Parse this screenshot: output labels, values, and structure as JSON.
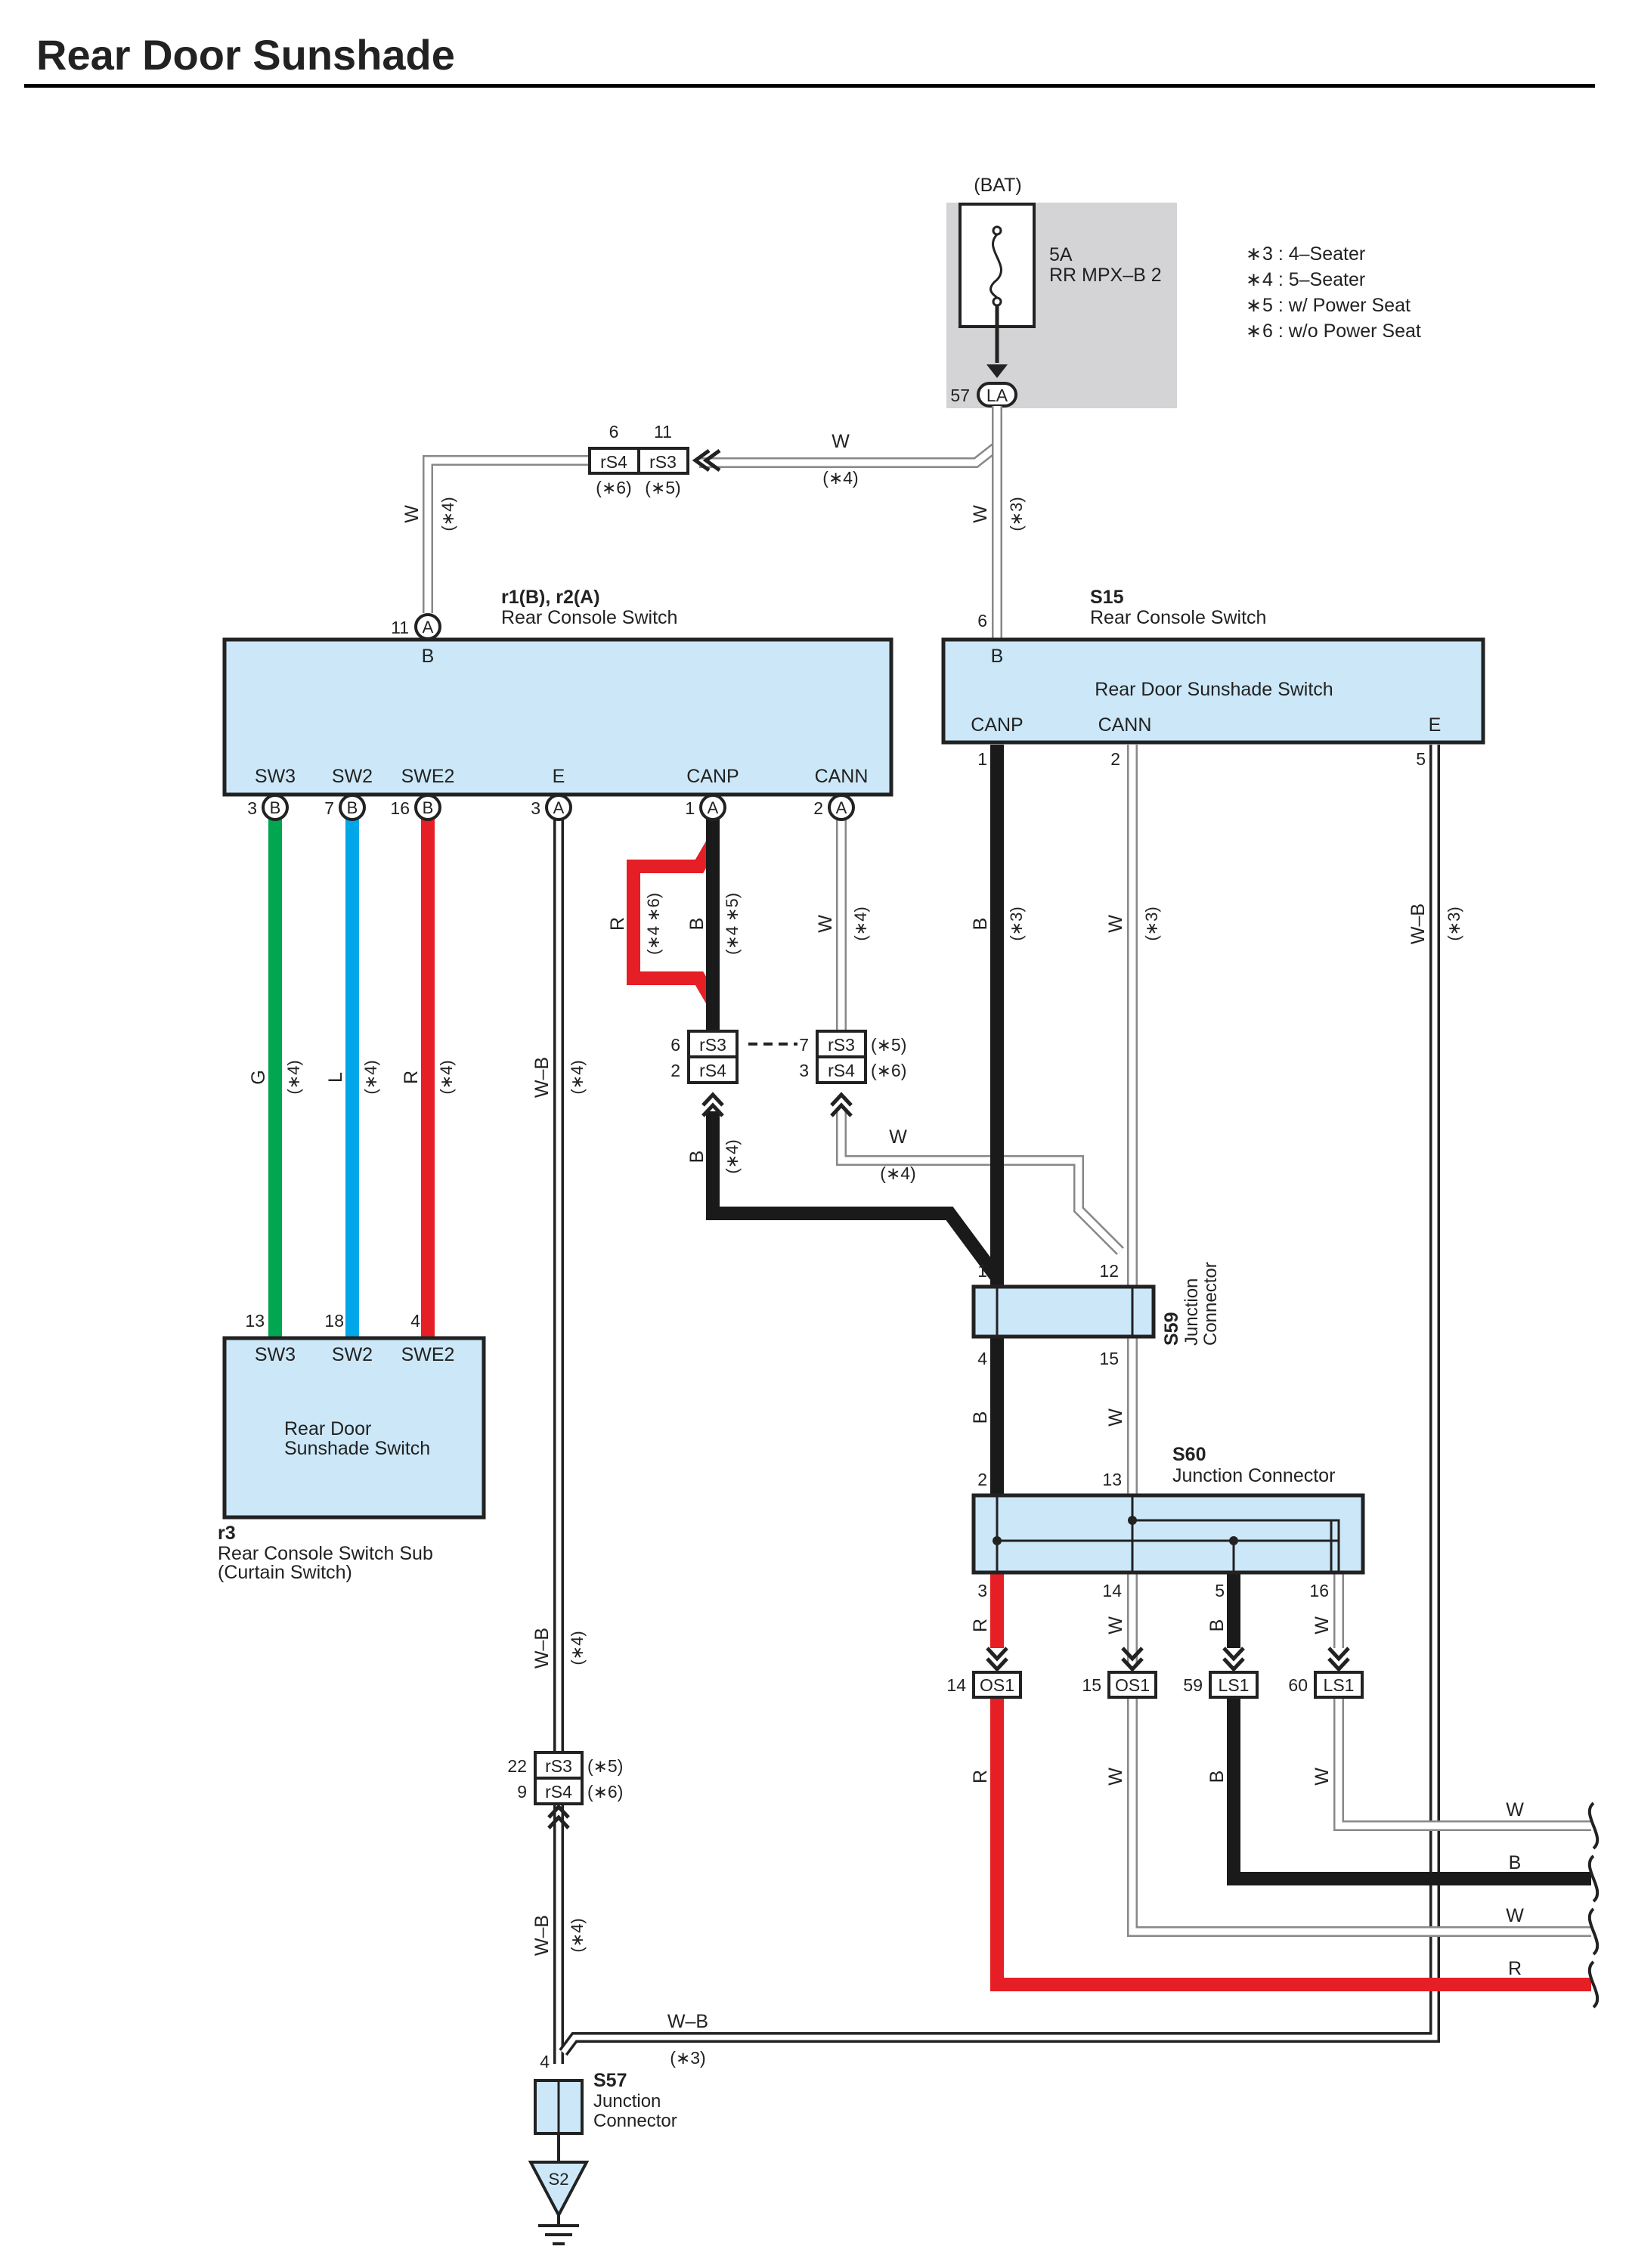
{
  "title": "Rear Door Sunshade",
  "colors": {
    "box_fill": "#cce8f8",
    "fuse_bg": "#d4d4d6",
    "green": "#00a650",
    "blue": "#00a7e8",
    "red": "#e61e25",
    "black": "#1a1a1a",
    "white_wire": "#ffffff",
    "wire_outline": "#888888"
  },
  "legend": [
    {
      "star": "∗",
      "text": "3 : 4–Seater"
    },
    {
      "star": "∗",
      "text": "4 : 5–Seater"
    },
    {
      "star": "∗",
      "text": "5 : w/ Power Seat"
    },
    {
      "star": "∗",
      "text": "6 : w/o Power Seat"
    }
  ],
  "fuse": {
    "source": "(BAT)",
    "rating": "5A",
    "name": "RR MPX–B 2",
    "pin": "57",
    "connector": "LA"
  },
  "top_conn": {
    "pin_a": "6",
    "pin_b": "11",
    "a": "rS4",
    "b": "rS3",
    "var_a": "(∗6)",
    "var_b": "(∗5)",
    "wire": "W",
    "wire_var": "(∗4)"
  },
  "left_w": {
    "color": "W",
    "var": "(∗4)"
  },
  "right_w": {
    "color": "W",
    "var": "(∗3)"
  },
  "switch_a": {
    "code": "r1(B), r2(A)",
    "name": "Rear Console Switch",
    "b_pin": "11",
    "b_conn": "A",
    "b_label": "B",
    "terms": [
      {
        "label": "SW3",
        "pin": "3",
        "conn": "B"
      },
      {
        "label": "SW2",
        "pin": "7",
        "conn": "B"
      },
      {
        "label": "SWE2",
        "pin": "16",
        "conn": "B"
      },
      {
        "label": "E",
        "pin": "3",
        "conn": "A"
      },
      {
        "label": "CANP",
        "pin": "1",
        "conn": "A"
      },
      {
        "label": "CANN",
        "pin": "2",
        "conn": "A"
      }
    ]
  },
  "switch_b": {
    "code": "S15",
    "name": "Rear Console Switch",
    "inner": "Rear Door Sunshade Switch",
    "b_pin": "6",
    "b_label": "B",
    "terms": [
      {
        "label": "CANP",
        "pin": "1"
      },
      {
        "label": "CANN",
        "pin": "2"
      },
      {
        "label": "E",
        "pin": "5"
      }
    ]
  },
  "wires_sw": [
    {
      "c": "G",
      "v": "(∗4)"
    },
    {
      "c": "L",
      "v": "(∗4)"
    },
    {
      "c": "R",
      "v": "(∗4)"
    },
    {
      "c": "W–B",
      "v": "(∗4)"
    }
  ],
  "canp": {
    "r": "R",
    "r_var": "(∗4 ∗6)",
    "b": "B",
    "b_var": "(∗4 ∗5)"
  },
  "cann": {
    "w": "W",
    "w_var": "(∗4)"
  },
  "mid_conn": {
    "left": [
      {
        "pin": "6",
        "name": "rS3"
      },
      {
        "pin": "2",
        "name": "rS4"
      }
    ],
    "right": [
      {
        "pin": "7",
        "name": "rS3",
        "var": "(∗5)"
      },
      {
        "pin": "3",
        "name": "rS4",
        "var": "(∗6)"
      }
    ]
  },
  "below_mid": {
    "b": "B",
    "b_var": "(∗4)",
    "w": "W",
    "w_var": "(∗4)"
  },
  "right_wires": [
    {
      "c": "B",
      "v": "(∗3)"
    },
    {
      "c": "W",
      "v": "(∗3)"
    },
    {
      "c": "W–B",
      "v": "(∗3)"
    }
  ],
  "s59": {
    "code": "S59",
    "name1": "Junction",
    "name2": "Connector",
    "pins": [
      "1",
      "12",
      "4",
      "15"
    ]
  },
  "s60": {
    "code": "S60",
    "name": "Junction Connector",
    "in_pins": [
      "2",
      "13"
    ],
    "out_pins": [
      "3",
      "14",
      "5",
      "16"
    ]
  },
  "s59_s60_wires": [
    "B",
    "W"
  ],
  "sub": {
    "code": "r3",
    "name1": "Rear Console Switch Sub",
    "name2": "(Curtain Switch)",
    "inner1": "Rear Door",
    "inner2": "Sunshade Switch",
    "terms": [
      {
        "label": "SW3",
        "pin": "13"
      },
      {
        "label": "SW2",
        "pin": "18"
      },
      {
        "label": "SWE2",
        "pin": "4"
      }
    ]
  },
  "s60_out_colors": [
    "R",
    "W",
    "B",
    "W"
  ],
  "os_ls": [
    {
      "pin": "14",
      "name": "OS1"
    },
    {
      "pin": "15",
      "name": "OS1"
    },
    {
      "pin": "59",
      "name": "LS1"
    },
    {
      "pin": "60",
      "name": "LS1"
    }
  ],
  "lower_colors": [
    "R",
    "W",
    "B",
    "W"
  ],
  "exits": [
    "W",
    "B",
    "W",
    "R"
  ],
  "we_lower": {
    "c": "W–B",
    "v": "(∗4)"
  },
  "lower_conn": [
    {
      "pin": "22",
      "name": "rS3",
      "var": "(∗5)"
    },
    {
      "pin": "9",
      "name": "rS4",
      "var": "(∗6)"
    }
  ],
  "we_lower2": {
    "c": "W–B",
    "v": "(∗4)"
  },
  "bottom_wb": {
    "c": "W–B",
    "v": "(∗3)"
  },
  "s57": {
    "pin": "4",
    "code": "S57",
    "name1": "Junction",
    "name2": "Connector",
    "ground": "S2"
  }
}
